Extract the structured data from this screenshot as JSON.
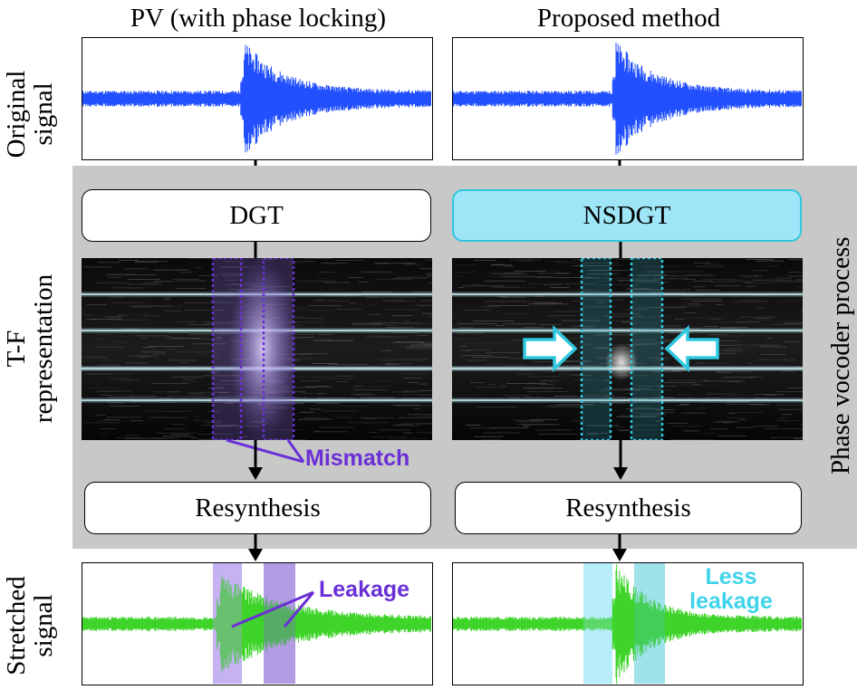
{
  "columns": {
    "left_title": "PV (with phase locking)",
    "right_title": "Proposed method"
  },
  "row_labels": {
    "original": [
      "Original",
      "signal"
    ],
    "tf": [
      "T-F",
      "representation"
    ],
    "stretched": [
      "Stretched",
      "signal"
    ]
  },
  "process_label": "Phase vocoder process",
  "boxes": {
    "left_transform": "DGT",
    "right_transform": "NSDGT",
    "left_resynthesis": "Resynthesis",
    "right_resynthesis": "Resynthesis"
  },
  "annotations": {
    "mismatch": "Mismatch",
    "leakage": "Leakage",
    "less_leakage_line1": "Less",
    "less_leakage_line2": "leakage"
  },
  "colors": {
    "original_wave": "#2350ff",
    "stretched_wave": "#3ed42a",
    "mismatch_purple": "#6a2fd6",
    "leakage_purple": "#7a45d8",
    "cyan": "#2ec8e0",
    "process_bg": "#c8c8c8",
    "nsdgt_fill": "#9ee6f7"
  }
}
